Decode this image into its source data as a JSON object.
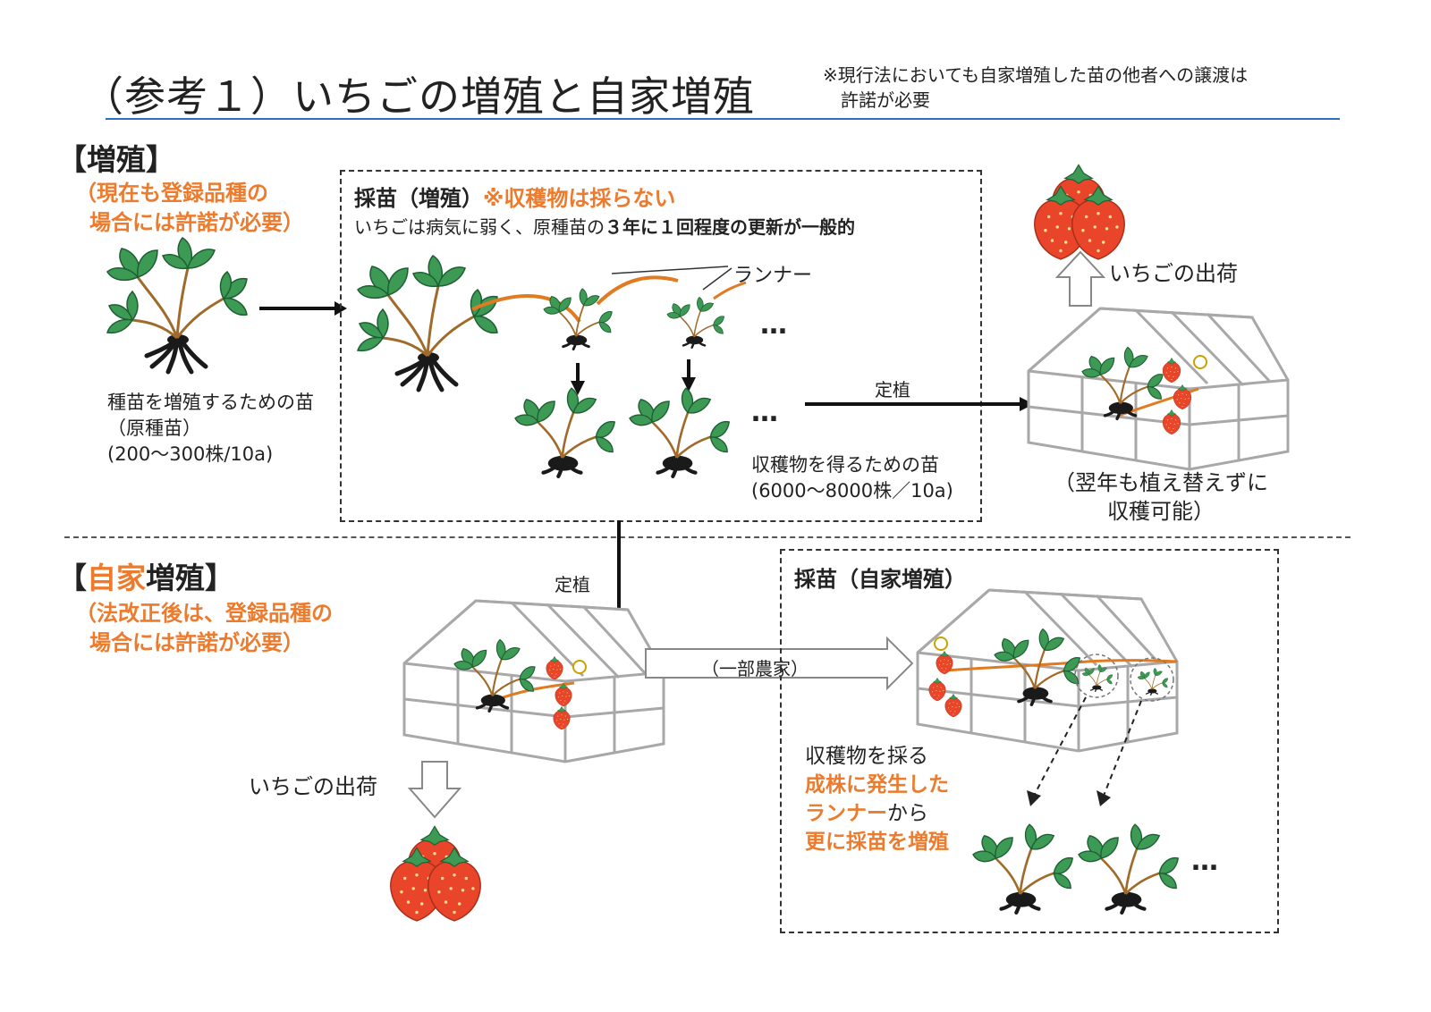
{
  "title": "（参考１）いちごの増殖と自家増殖",
  "note": {
    "line1": "※現行法においても自家増殖した苗の他者への譲渡は",
    "line2": "許諾が必要"
  },
  "propagation": {
    "heading": "【増殖】",
    "sub_line1": "（現在も登録品種の",
    "sub_line2": "場合には許諾が必要）",
    "parent_line1": "種苗を増殖するための苗",
    "parent_line2": "（原種苗）",
    "parent_line3": "(200～300株/10a)",
    "box_title": "採苗（増殖）",
    "box_title_note": "※収穫物は採らない",
    "box_desc_a": "いちごは病気に弱く、原種苗の",
    "box_desc_b": "３年に１回程度の更新が一般的",
    "runner_label": "ランナー",
    "dots": "…",
    "harvest_line1": "収穫物を得るための苗",
    "harvest_line2": "(6000～8000株／10a)",
    "plant_label": "定植",
    "ship_label": "いちごの出荷",
    "greenhouse_line1": "（翌年も植え替えずに",
    "greenhouse_line2": "収穫可能）"
  },
  "self_propagation": {
    "heading_open": "【",
    "heading_self": "自家",
    "heading_rest": "増殖】",
    "sub_line1": "（法改正後は、登録品種の",
    "sub_line2": "場合には許諾が必要）",
    "plant_label": "定植",
    "arrow_label": "（一部農家）",
    "ship_label": "いちごの出荷",
    "box_title": "採苗（自家増殖）",
    "step1": "収穫物を採る",
    "step2": "成株に発生した",
    "step3_a": "ランナー",
    "step3_b": "から",
    "step4": "更に採苗を増殖",
    "dots": "…"
  },
  "colors": {
    "accent": "#ec7b2d",
    "rule": "#2e6fc0",
    "leaf": "#2f8a4a",
    "runner": "#e07b22",
    "strawberry": "#e8452a"
  },
  "icons": [
    "strawberry-plant-icon",
    "strawberry-icon",
    "greenhouse-icon",
    "arrow-icon"
  ]
}
